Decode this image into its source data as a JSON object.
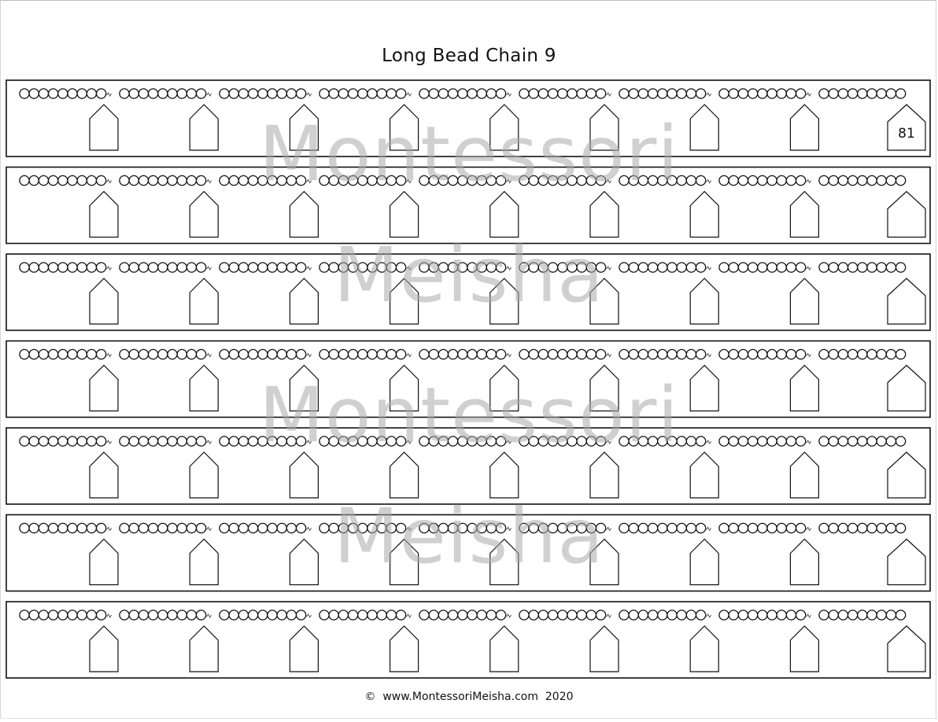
{
  "worksheet": {
    "title": "Long Bead Chain 9",
    "final_label": "81",
    "copyright_symbol": "©",
    "website": "www.MontessoriMeisha.com",
    "year": "2020"
  },
  "chain": {
    "strip_count": 7,
    "bars_per_strip": 9,
    "beads_per_bar": 9,
    "arrows_per_strip": 9
  },
  "watermark": {
    "line1": "Montessori",
    "line2": "Meisha"
  },
  "colors": {
    "ink": "#111111",
    "watermark": "#aaaaaa"
  }
}
